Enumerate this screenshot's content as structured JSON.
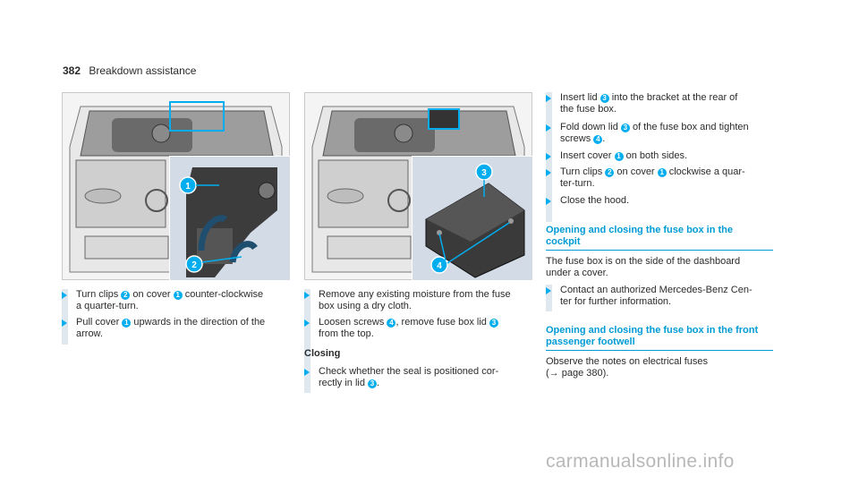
{
  "header": {
    "page_number": "382",
    "section": "Breakdown assistance"
  },
  "figures": {
    "fig1": {
      "callout_1": "1",
      "callout_2": "2"
    },
    "fig2": {
      "callout_3": "3",
      "callout_4": "4"
    }
  },
  "col1": {
    "step1": {
      "a": "Turn clips",
      "n1": "2",
      "b": "on cover",
      "n2": "1",
      "c": "counter-clockwise",
      "d": "a quarter-turn."
    },
    "step2": {
      "a": "Pull cover",
      "n1": "1",
      "b": "upwards in the direction of the",
      "c": "arrow."
    }
  },
  "col2": {
    "step1": {
      "a": "Remove any existing moisture from the fuse",
      "b": "box using a dry cloth."
    },
    "step2": {
      "a": "Loosen screws",
      "n1": "4",
      "b": ", remove fuse box lid",
      "n2": "3",
      "c": "from the top."
    },
    "closing_label": "Closing",
    "step3": {
      "a": "Check whether the seal is positioned cor-",
      "b": "rectly in lid",
      "n1": "3",
      "c": "."
    }
  },
  "col3": {
    "step1": {
      "a": "Insert lid",
      "n1": "3",
      "b": "into the bracket at the rear of",
      "c": "the fuse box."
    },
    "step2": {
      "a": "Fold down lid",
      "n1": "3",
      "b": "of the fuse box and tighten",
      "c": "screws",
      "n2": "4",
      "d": "."
    },
    "step3": {
      "a": "Insert cover",
      "n1": "1",
      "b": "on both sides."
    },
    "step4": {
      "a": "Turn clips",
      "n1": "2",
      "b": "on cover",
      "n2": "1",
      "c": "clockwise a quar-",
      "d": "ter-turn."
    },
    "step5": {
      "a": "Close the hood."
    },
    "heading1": {
      "l1": "Opening and closing the fuse box in the",
      "l2": "cockpit"
    },
    "para1": {
      "l1": "The fuse box is on the side of the dashboard",
      "l2": "under a cover."
    },
    "step6": {
      "a": "Contact an authorized Mercedes-Benz Cen-",
      "b": "ter for further information."
    },
    "heading2": {
      "l1": "Opening and closing the fuse box in the front",
      "l2": "passenger footwell"
    },
    "para2": {
      "l1": "Observe the notes on electrical fuses",
      "l2": "(→ page 380)."
    }
  },
  "watermark": "carmanualsonline.info",
  "colors": {
    "accent": "#00adef",
    "heading": "#009bd6",
    "inset": "#d2dbe6",
    "bar": "#dfe7ef"
  }
}
